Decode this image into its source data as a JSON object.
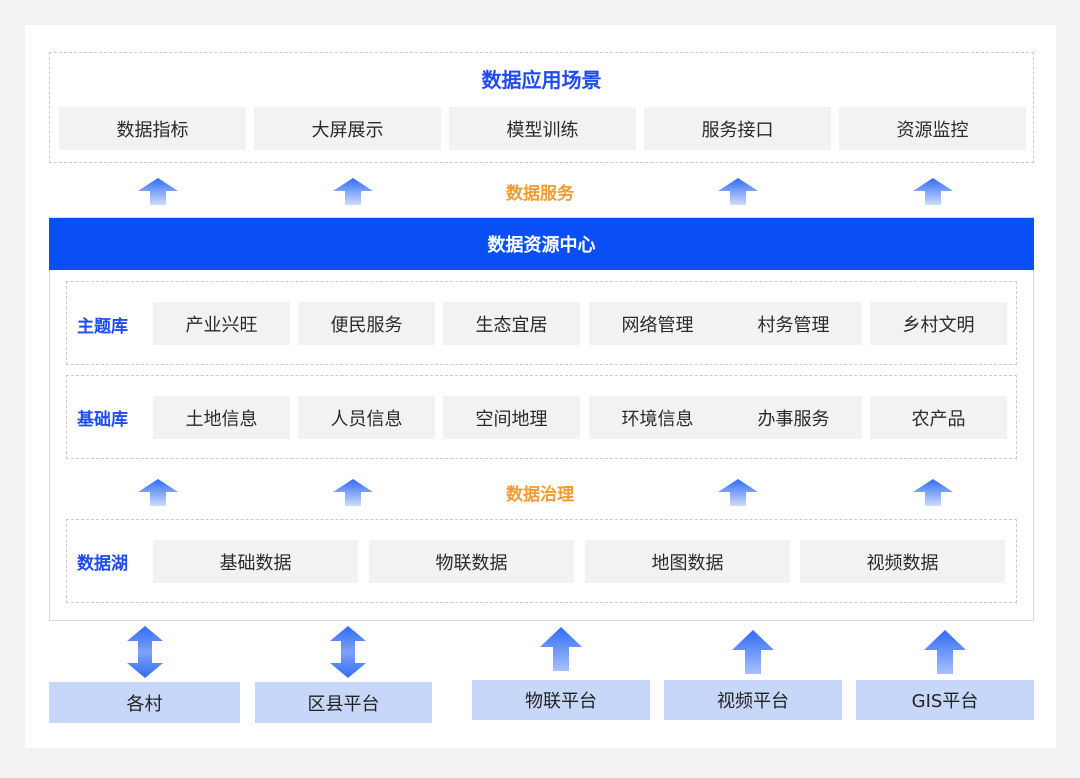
{
  "scenes": {
    "title": "数据应用场景",
    "items": [
      "数据指标",
      "大屏展示",
      "模型训练",
      "服务接口",
      "资源监控"
    ]
  },
  "service_label": "数据服务",
  "center": {
    "banner": "数据资源中心",
    "theme": {
      "label": "主题库",
      "items": [
        "产业兴旺",
        "便民服务",
        "生态宜居",
        "网络管理",
        "村务管理",
        "乡村文明"
      ]
    },
    "base": {
      "label": "基础库",
      "items": [
        "土地信息",
        "人员信息",
        "空间地理",
        "环境信息",
        "办事服务",
        "农产品"
      ]
    },
    "governance_label": "数据治理",
    "lake": {
      "label": "数据湖",
      "items": [
        "基础数据",
        "物联数据",
        "地图数据",
        "视频数据"
      ]
    }
  },
  "sources": [
    "各村",
    "区县平台",
    "物联平台",
    "视频平台",
    "GIS平台"
  ],
  "colors": {
    "accent_blue": "#1f4cf0",
    "banner_blue": "#0a4ff5",
    "orange": "#f29b33",
    "cell_gray": "#f1f2f4",
    "source_blue": "#c6d7f9",
    "arrow_light": "#cfdcfb"
  }
}
